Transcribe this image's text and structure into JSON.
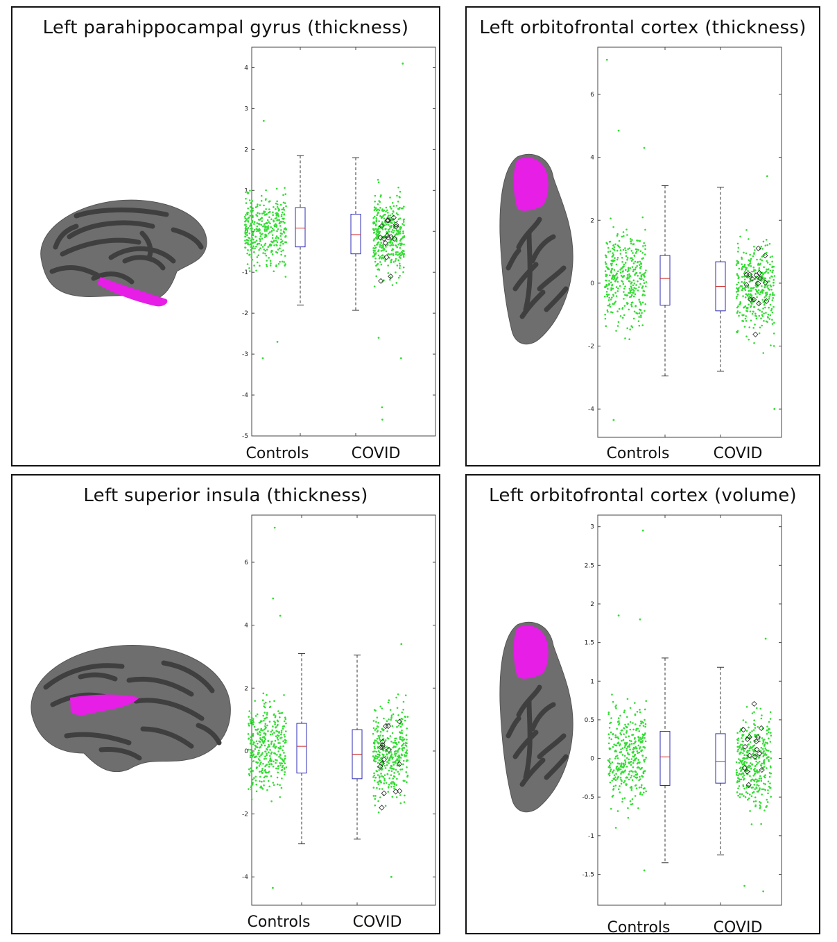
{
  "figure_bg": "#ffffff",
  "colors": {
    "points": "#33dd33",
    "box": "#2b2bb5",
    "median": "#cc2222",
    "whisker": "#333333",
    "highlight": "#222222",
    "brain_base": "#6e6e6e",
    "brain_sulci": "#3f3f3f",
    "region": "#e61ee6"
  },
  "panels": [
    {
      "title": "Left parahippocampal gyrus (thickness)",
      "brain_icon": "medial-brain-parahippocampal-icon"
    },
    {
      "title": "Left orbitofrontal cortex (thickness)",
      "brain_icon": "ventral-brain-orbitofrontal-icon"
    },
    {
      "title": "Left superior insula (thickness)",
      "brain_icon": "lateral-brain-insula-icon"
    },
    {
      "title": "Left orbitofrontal cortex (volume)",
      "brain_icon": "ventral-brain-orbitofrontal-icon"
    }
  ],
  "chart_data": [
    {
      "type": "box",
      "title": "Left parahippocampal gyrus (thickness)",
      "categories": [
        "Controls",
        "COVID"
      ],
      "ylim": [
        -5,
        4.5
      ],
      "yticks": [
        -5,
        -4,
        -3,
        -2,
        -1,
        0,
        1,
        2,
        3,
        4
      ],
      "boxes": [
        {
          "name": "Controls",
          "q1": -0.38,
          "median": 0.08,
          "q3": 0.58,
          "whisker_low": -1.8,
          "whisker_high": 1.85
        },
        {
          "name": "COVID",
          "q1": -0.55,
          "median": -0.08,
          "q3": 0.42,
          "whisker_low": -1.93,
          "whisker_high": 1.8
        }
      ],
      "scatter": {
        "controls_range": [
          -3.1,
          2.7
        ],
        "covid_range": [
          -4.6,
          4.1
        ],
        "covid_outliers": [
          4.1,
          -4.6,
          -4.3,
          -3.1,
          -2.6
        ],
        "controls_outliers": [
          2.7,
          -3.1,
          -2.7
        ]
      },
      "grid": false
    },
    {
      "type": "box",
      "title": "Left orbitofrontal cortex (thickness)",
      "categories": [
        "Controls",
        "COVID"
      ],
      "ylim": [
        -4.9,
        7.5
      ],
      "yticks": [
        -4,
        -2,
        0,
        2,
        4,
        6
      ],
      "boxes": [
        {
          "name": "Controls",
          "q1": -0.7,
          "median": 0.15,
          "q3": 0.88,
          "whisker_low": -2.95,
          "whisker_high": 3.1
        },
        {
          "name": "COVID",
          "q1": -0.88,
          "median": -0.1,
          "q3": 0.68,
          "whisker_low": -2.8,
          "whisker_high": 3.05
        }
      ],
      "scatter": {
        "controls_range": [
          -4.35,
          7.1
        ],
        "covid_range": [
          -4.0,
          3.4
        ],
        "controls_outliers": [
          7.1,
          4.85,
          4.3,
          -4.35
        ],
        "covid_outliers": [
          -4.0,
          3.4
        ]
      },
      "grid": false
    },
    {
      "type": "box",
      "title": "Left superior insula (thickness)",
      "categories": [
        "Controls",
        "COVID"
      ],
      "ylim": [
        -4.9,
        7.5
      ],
      "yticks": [
        -4,
        -2,
        0,
        2,
        4,
        6
      ],
      "boxes": [
        {
          "name": "Controls",
          "q1": -0.7,
          "median": 0.15,
          "q3": 0.88,
          "whisker_low": -2.95,
          "whisker_high": 3.1
        },
        {
          "name": "COVID",
          "q1": -0.88,
          "median": -0.1,
          "q3": 0.68,
          "whisker_low": -2.8,
          "whisker_high": 3.05
        }
      ],
      "scatter": {
        "controls_range": [
          -4.35,
          7.1
        ],
        "covid_range": [
          -4.0,
          3.4
        ],
        "controls_outliers": [
          7.1,
          4.85,
          4.3,
          -4.35
        ],
        "covid_outliers": [
          -4.0,
          3.4
        ]
      },
      "grid": false
    },
    {
      "type": "box",
      "title": "Left orbitofrontal cortex (volume)",
      "categories": [
        "Controls",
        "COVID"
      ],
      "ylim": [
        -1.9,
        3.15
      ],
      "yticks": [
        -1.5,
        -1,
        -0.5,
        0,
        0.5,
        1,
        1.5,
        2,
        2.5,
        3
      ],
      "boxes": [
        {
          "name": "Controls",
          "q1": -0.35,
          "median": 0.02,
          "q3": 0.35,
          "whisker_low": -1.35,
          "whisker_high": 1.3
        },
        {
          "name": "COVID",
          "q1": -0.32,
          "median": -0.04,
          "q3": 0.32,
          "whisker_low": -1.25,
          "whisker_high": 1.18
        }
      ],
      "scatter": {
        "controls_range": [
          -1.45,
          2.95
        ],
        "covid_range": [
          -1.72,
          1.55
        ],
        "controls_outliers": [
          2.95,
          1.85,
          1.8,
          -1.45
        ],
        "covid_outliers": [
          -1.72,
          -1.65,
          1.55
        ]
      },
      "grid": false
    }
  ]
}
